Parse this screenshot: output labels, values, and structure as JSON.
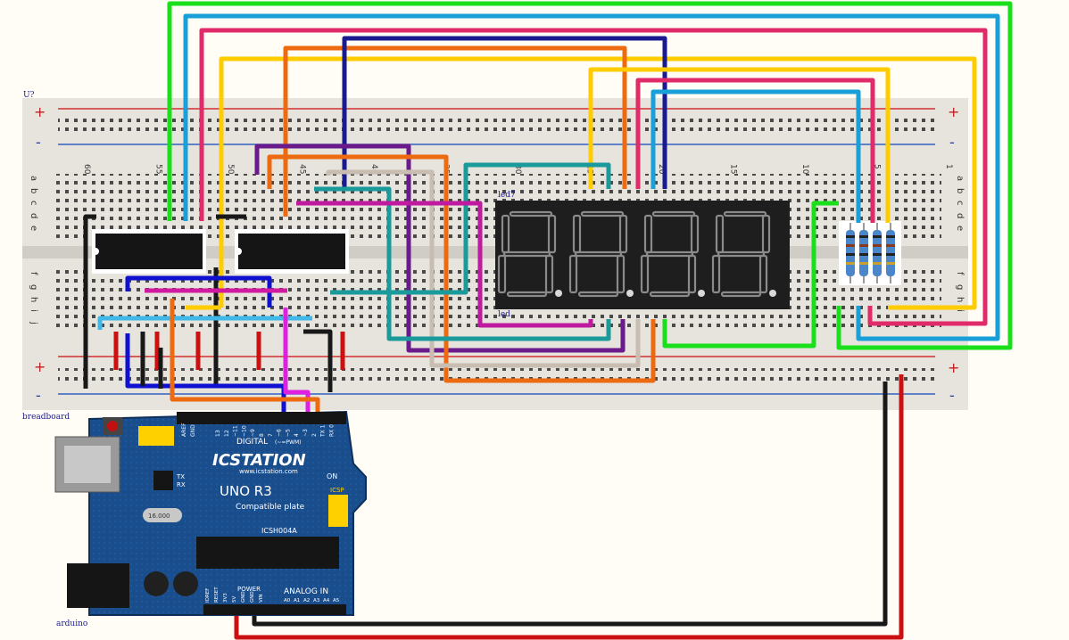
{
  "labels": {
    "breadboard_ref": "U?",
    "breadboard": "breadboard",
    "arduino": "arduino",
    "display_top": "led7",
    "display_bottom": "led",
    "rail_plus": "+",
    "rail_minus": "-"
  },
  "breadboard": {
    "column_numbers": [
      "60",
      "55",
      "50",
      "45",
      "40",
      "35",
      "30",
      "25",
      "20",
      "15",
      "10",
      "5",
      "1"
    ],
    "row_letters_top": [
      "a",
      "b",
      "c",
      "d",
      "e"
    ],
    "row_letters_bottom": [
      "f",
      "g",
      "h",
      "i",
      "j"
    ]
  },
  "display": {
    "digits": [
      "8.",
      "8.",
      "8.",
      "8."
    ]
  },
  "arduino_board": {
    "brand": "ICSTATION",
    "url": "www.icstation.com",
    "model": "UNO R3",
    "subtitle": "Compatible plate",
    "chip_label": "ICSH004A",
    "crystal": "16.000",
    "digital_header": "DIGITAL",
    "pwm_note": "(~=PWM)",
    "on_label": "ON",
    "icsp_label": "ICSP",
    "tx_label": "TX",
    "rx_label": "RX",
    "aref": "AREF",
    "gnd": "GND",
    "digital_pins": [
      "13",
      "12",
      "~11",
      "~10",
      "~9",
      "8",
      "7",
      "~6",
      "~5",
      "4",
      "~3",
      "2",
      "TX 1",
      "RX 0"
    ],
    "power_header": "POWER",
    "analog_header": "ANALOG IN",
    "power_pins": [
      "IOREF",
      "RESET",
      "3V3",
      "5V",
      "GND",
      "GND",
      "VIN"
    ],
    "analog_pins": [
      "A0",
      "A1",
      "A2",
      "A3",
      "A4",
      "A5"
    ]
  },
  "colors": {
    "green": "#19e01a",
    "cyan": "#1aa0d8",
    "pink": "#e02a6a",
    "yellow": "#ffcc00",
    "orange": "#ee6a10",
    "navy": "#1a1a90",
    "purple": "#6a1a8a",
    "teal": "#1a9a9a",
    "magenta": "#d01ad0",
    "gray": "#c8bdb0",
    "black": "#181818",
    "red": "#cc1010",
    "blue": "#1010d0",
    "light_blue": "#40b8e8"
  }
}
